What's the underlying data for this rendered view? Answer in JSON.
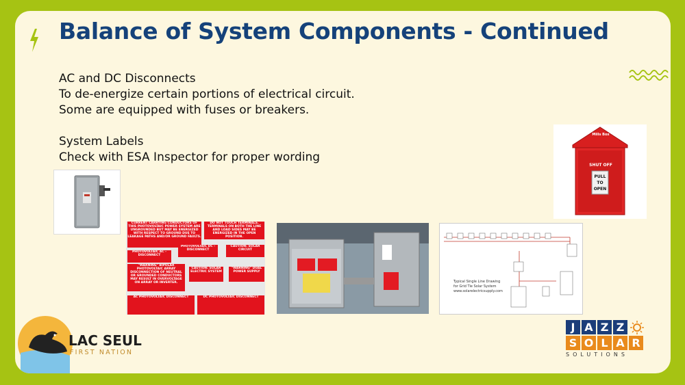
{
  "slide": {
    "title": "Balance of System Components - Continued",
    "paragraphs": {
      "line1": "AC and DC Disconnects",
      "line2": "To de-energize certain portions of electrical circuit.",
      "line3": "Some are equipped with fuses or breakers.",
      "line4": "System Labels",
      "line5": "Check with ESA Inspector for proper wording"
    }
  },
  "images": {
    "shutoff_brand": "Mills Box",
    "shutoff_label": "SHUT OFF",
    "shutoff_pull": "PULL",
    "shutoff_to": "TO",
    "shutoff_open": "OPEN",
    "labels_sheet": {
      "l1": "CURRENT CARRYING CONDUCTORS OF THIS PHOTOVOLTAIC POWER SYSTEM ARE UNGROUNDED BUT MAY BE ENERGIZED WITH RESPECT TO GROUND DUE TO LEAKAGE PATHS AND/OR GROUND FAULTS.",
      "l2": "DO NOT TOUCH TERMINALS. TERMINALS ON BOTH THE LINE AND LOAD SIDES MAY BE ENERGIZED IN THE OPEN POSITION.",
      "l3": "PHOTOVOLTAIC AC - DISCONNECT",
      "l4": "PHOTOVOLTAIC DC - DISCONNECT",
      "l5": "CAUTION: SOLAR CIRCUIT",
      "l6": "\"WARNING\" BIPOLAR PHOTOVOLTAIC ARRAY DISCONNECTION OF NEUTRAL OR GROUNDED CONDUCTORS MAY RESULT IN OVERVOLTAGE ON ARRAY OR INVERTER.",
      "l7": "CAUTION: SOLAR ELECTRIC SYSTEM",
      "l8": "\"WARNING\" DUAL POWER SUPPLY",
      "l9": "AC PHOTOVOLTAIC DISCONNECT",
      "l10": "DC PHOTOVOLTAIC DISCONNECT"
    },
    "diagram_caption1": "Typical Single Line Drawing",
    "diagram_caption2": "for Grid Tie Solar System",
    "diagram_caption3": "www.solarelectricsupply.com"
  },
  "logos": {
    "lac_seul_name": "LAC SEUL",
    "lac_seul_sub": "FIRST NATION",
    "jazz_row1": [
      "J",
      "A",
      "Z",
      "Z"
    ],
    "jazz_row2": [
      "S",
      "O",
      "L",
      "A",
      "R"
    ],
    "jazz_sub": "SOLUTIONS"
  },
  "colors": {
    "frame": "#a6c313",
    "card": "#fdf7df",
    "title": "#15427a",
    "label_red": "#e2131d"
  }
}
